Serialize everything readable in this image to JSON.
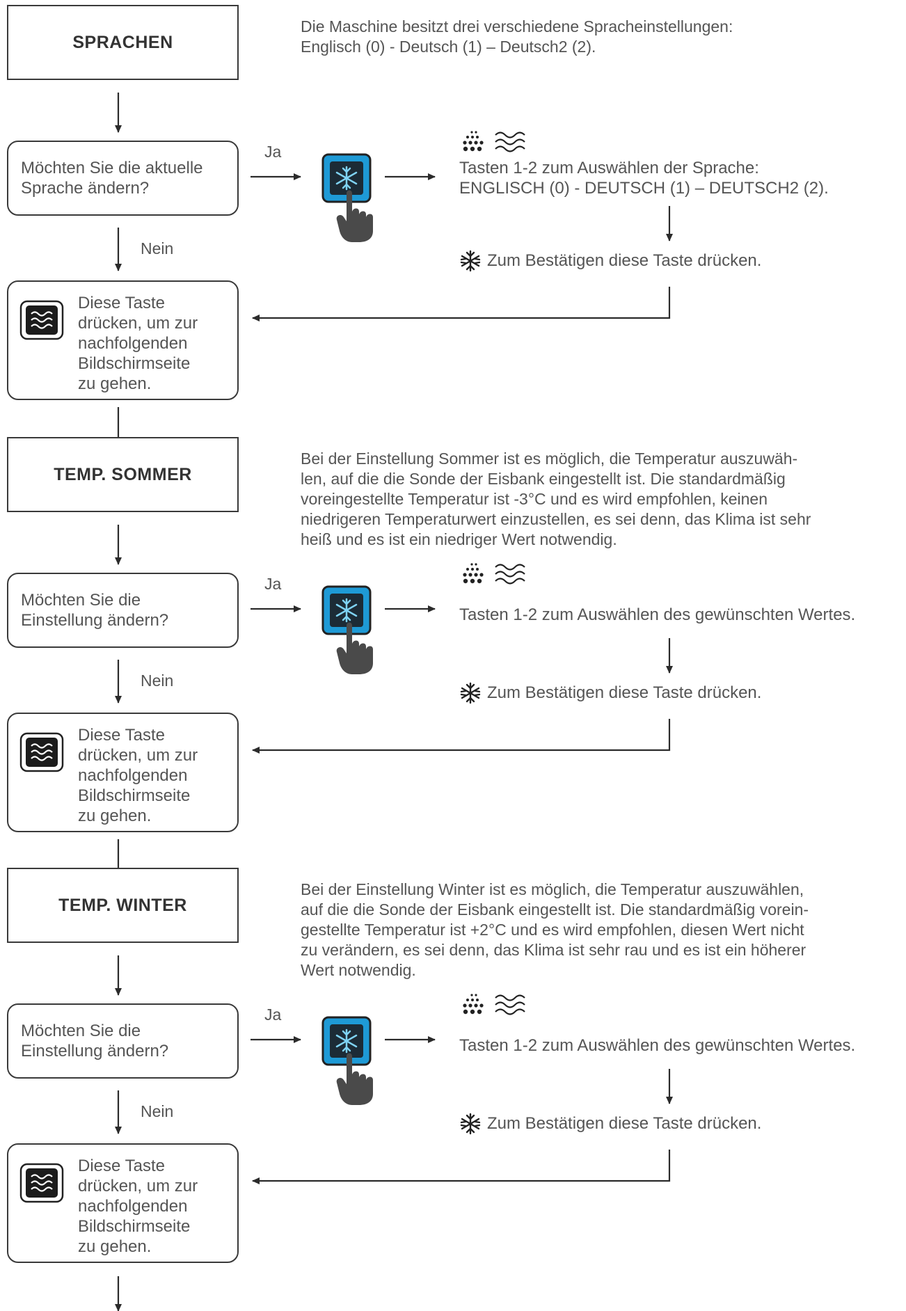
{
  "sections": [
    {
      "title": "SPRACHEN",
      "description": "Die Maschine besitzt drei verschiedene Spracheinstellungen:\nEnglisch (0) - Deutsch (1) – Deutsch2 (2).",
      "question": "Möchten Sie die aktuelle\nSprache ändern?",
      "yes_label": "Ja",
      "no_label": "Nein",
      "select_text": "Tasten 1-2 zum Auswählen der Sprache:\nENGLISCH (0) - DEUTSCH (1) – DEUTSCH2 (2).",
      "confirm_text": "Zum Bestätigen diese Taste drücken.",
      "next_text": "Diese Taste\ndrücken, um zur\nnachfolgenden\nBildschirmseite\nzu gehen."
    },
    {
      "title": "TEMP. SOMMER",
      "description": "Bei der Einstellung Sommer ist es möglich, die Temperatur auszuwäh-\nlen, auf die die Sonde der Eisbank eingestellt ist. Die standardmäßig\nvoreingestellte Temperatur ist -3°C und es wird empfohlen, keinen\nniedrigeren Temperaturwert einzustellen, es sei denn, das Klima ist sehr\nheiß und es ist ein niedriger Wert notwendig.",
      "question": "Möchten Sie die\nEinstellung ändern?",
      "yes_label": "Ja",
      "no_label": "Nein",
      "select_text": "Tasten 1-2 zum Auswählen des gewünschten Wertes.",
      "confirm_text": "Zum Bestätigen diese Taste drücken.",
      "next_text": "Diese Taste\ndrücken, um zur\nnachfolgenden\nBildschirmseite\nzu gehen."
    },
    {
      "title": "TEMP. WINTER",
      "description": "Bei der Einstellung Winter ist es möglich, die Temperatur auszuwählen,\nauf die die Sonde der Eisbank eingestellt ist. Die standardmäßig vorein-\ngestellte Temperatur ist +2°C und es wird empfohlen, diesen Wert nicht\nzu verändern, es sei denn, das Klima ist sehr rau und es ist ein höherer\nWert notwendig.",
      "question": "Möchten Sie die\nEinstellung ändern?",
      "yes_label": "Ja",
      "no_label": "Nein",
      "select_text": "Tasten 1-2 zum Auswählen des gewünschten Wertes.",
      "confirm_text": "Zum Bestätigen diese Taste drücken.",
      "next_text": "Diese Taste\ndrücken, um zur\nnachfolgenden\nBildschirmseite\nzu gehen."
    }
  ],
  "icons": {
    "select_icons": [
      "ice-dots-icon",
      "waves-icon"
    ],
    "confirm_icon": "snowflake-icon",
    "next_icon": "waves-key-icon",
    "button_icon": "snowflake-button-with-hand-icon"
  },
  "colors": {
    "line": "#2b2b2b",
    "text": "#555555",
    "button_blue": "#1e9ad6",
    "button_dark": "#1c2b36",
    "hand": "#4a4a4a"
  }
}
